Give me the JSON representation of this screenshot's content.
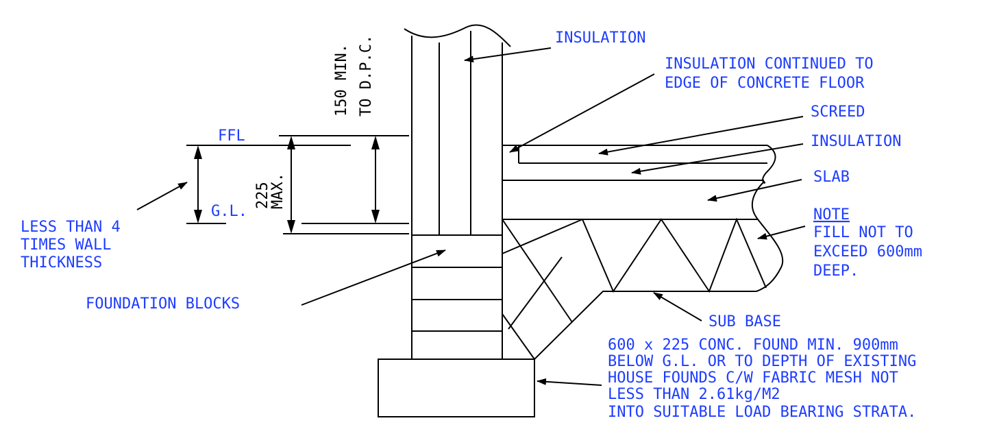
{
  "labels": {
    "dpc_line1": "150 MIN.",
    "dpc_line2": "TO D.P.C.",
    "insulation_top": "INSULATION",
    "insul_cont_1": "INSULATION CONTINUED TO",
    "insul_cont_2": "EDGE OF CONCRETE FLOOR",
    "screed": "SCREED",
    "insulation_mid": "INSULATION",
    "slab": "SLAB",
    "note_title": "NOTE",
    "note_1": "FILL NOT TO",
    "note_2": "EXCEED 600mm",
    "note_3": "DEEP.",
    "ffl": "FFL",
    "gl": "G.L.",
    "dim_225_1": "225",
    "dim_225_2": "MAX.",
    "less_1": "LESS THAN 4",
    "less_2": "TIMES WALL",
    "less_3": "THICKNESS",
    "foundation_blocks": "FOUNDATION BLOCKS",
    "sub_base": "SUB BASE",
    "found_1": "600 x 225 CONC. FOUND MIN. 900mm",
    "found_2": "BELOW G.L. OR TO DEPTH OF EXISTING",
    "found_3": "HOUSE FOUNDS C/W FABRIC MESH NOT",
    "found_4": "LESS THAN 2.61kg/M2",
    "found_5": "INTO SUITABLE LOAD BEARING STRATA."
  },
  "colors": {
    "label_blue": "#1d3cff",
    "line_black": "#000000"
  }
}
